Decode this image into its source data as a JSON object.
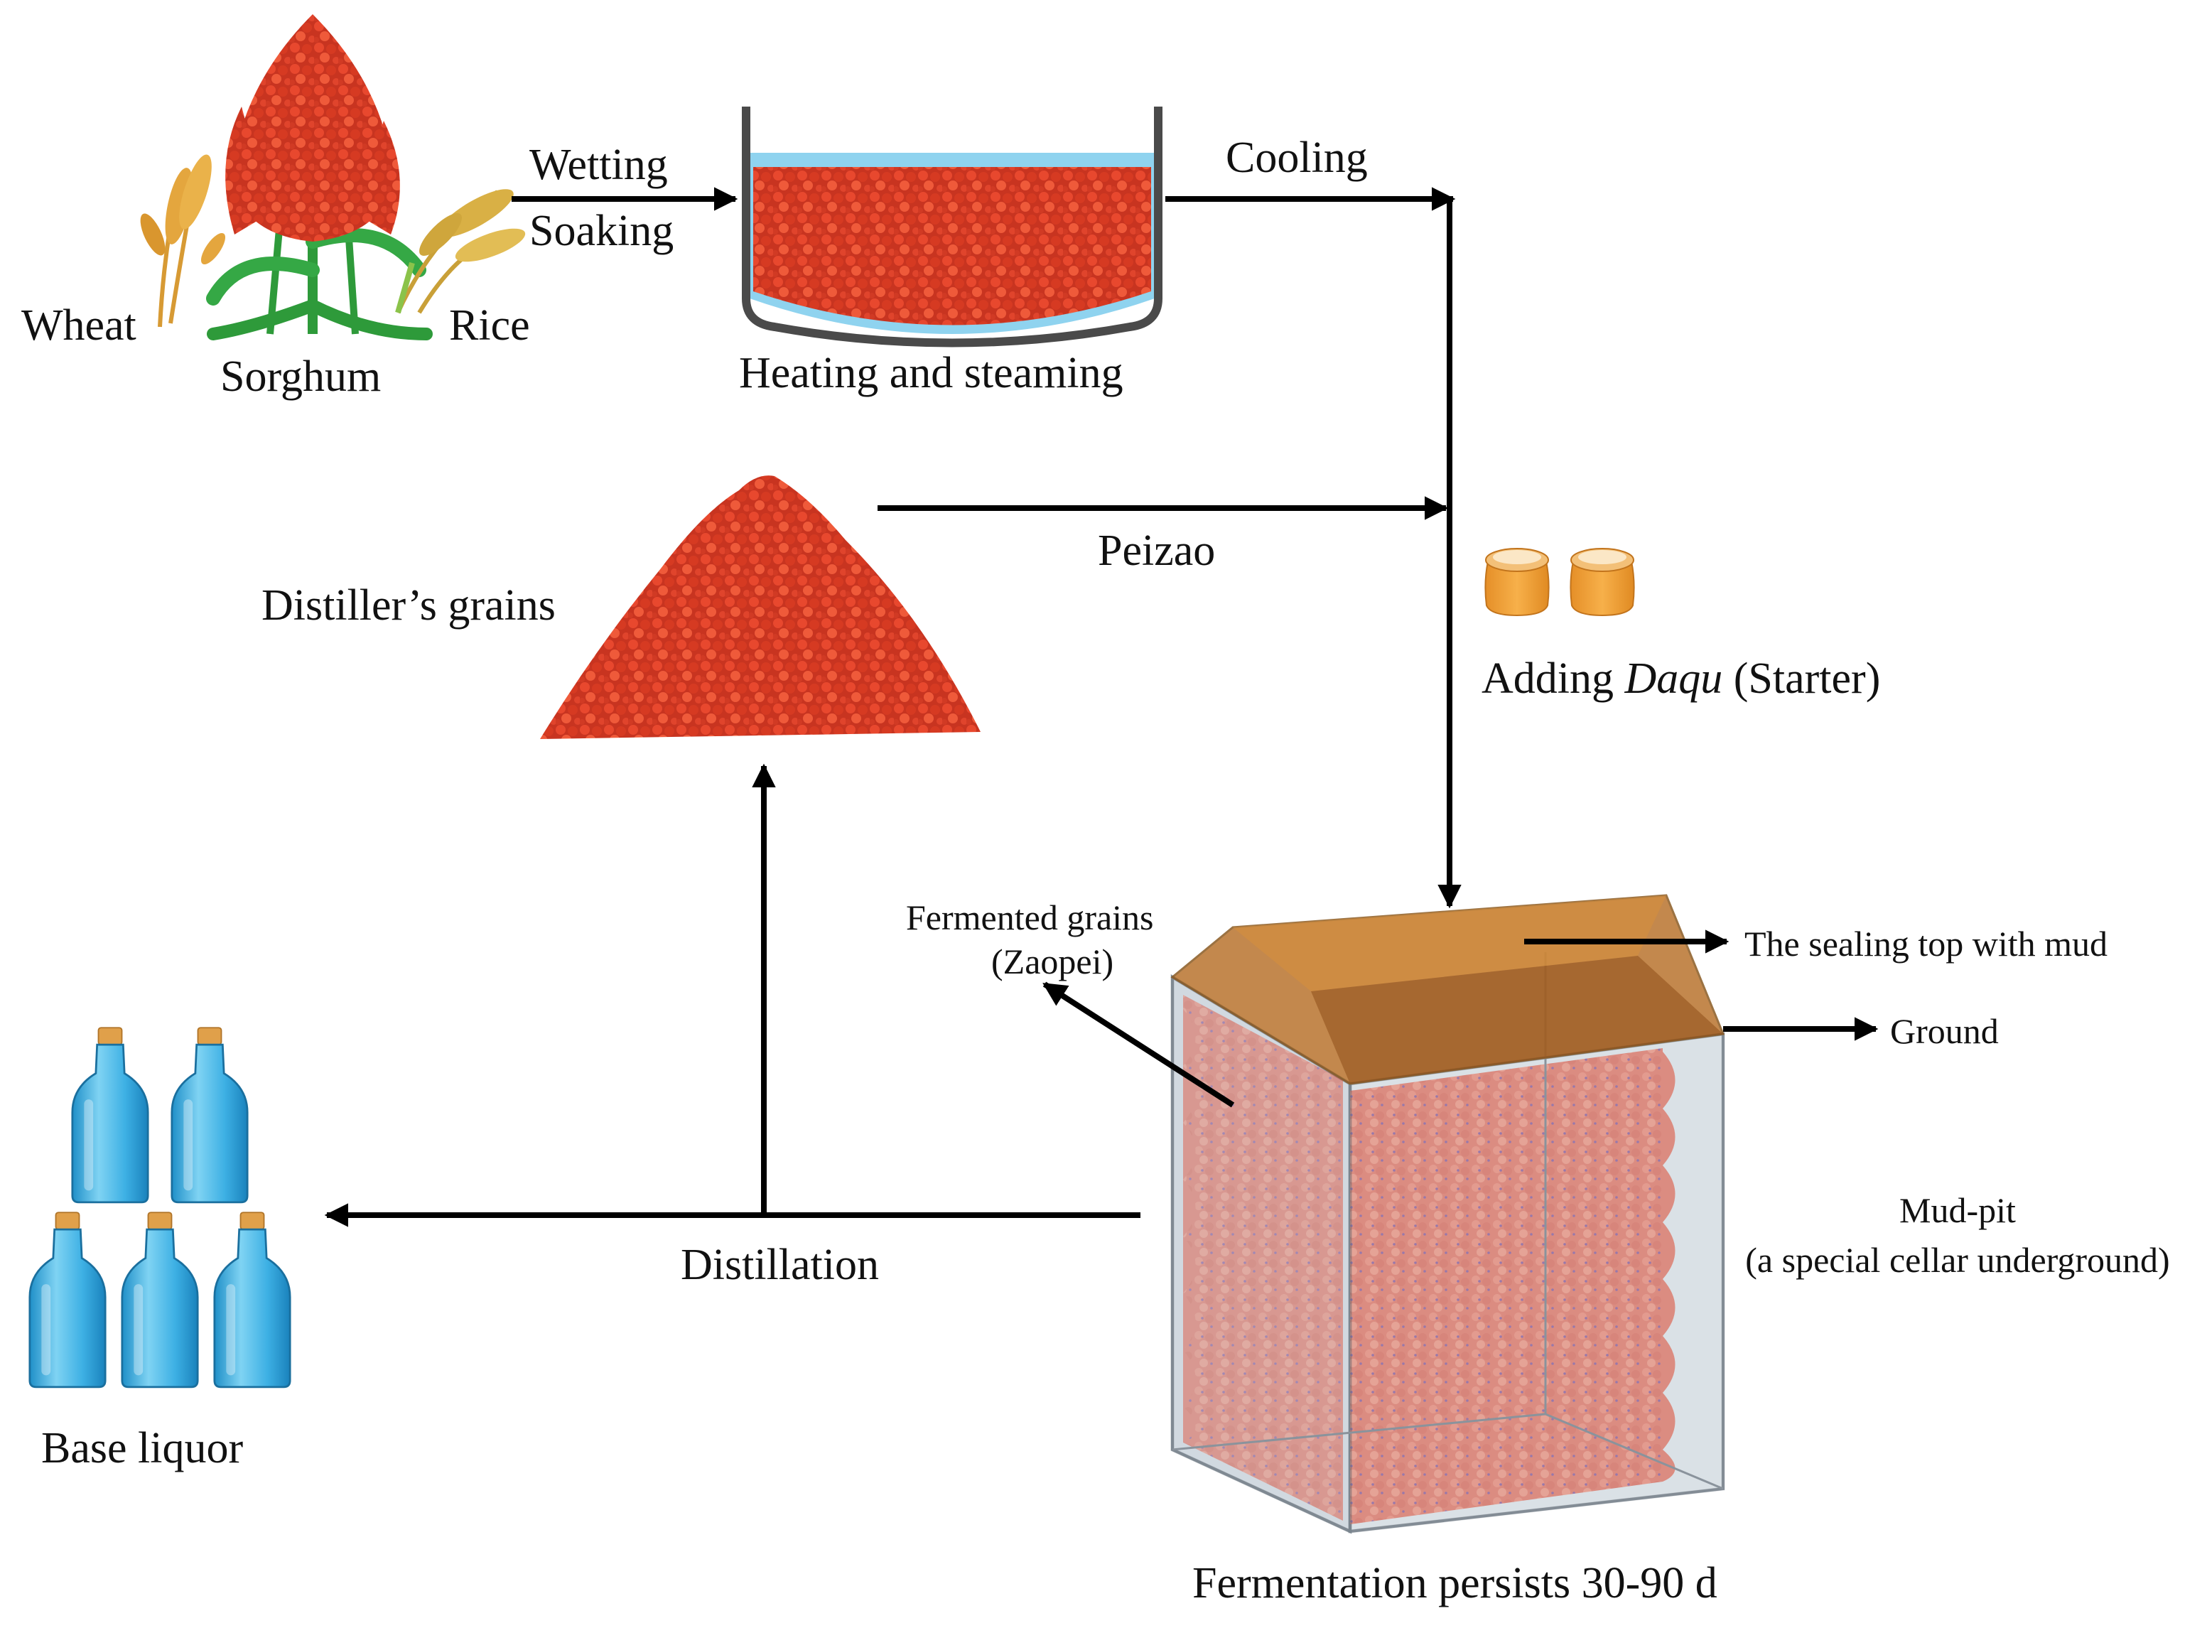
{
  "labels": {
    "wheat": "Wheat",
    "sorghum": "Sorghum",
    "rice": "Rice",
    "wetting": "Wetting",
    "soaking": "Soaking",
    "heating": "Heating and steaming",
    "cooling": "Cooling",
    "peizao": "Peizao",
    "distillers_grains": "Distiller’s grains",
    "adding_prefix": "Adding ",
    "adding_daqu": "Daqu",
    "adding_suffix": " (Starter)",
    "fermented_grains": "Fermented grains",
    "zaopei": "(Zaopei)",
    "sealing_top": "The sealing top with mud",
    "ground": "Ground",
    "mud_pit": "Mud-pit",
    "mud_pit_desc": "(a special cellar underground)",
    "distillation": "Distillation",
    "base_liquor": "Base liquor",
    "fermentation": "Fermentation persists 30-90 d"
  },
  "colors": {
    "grain_red": "#e0402a",
    "grain_dark": "#b92a18",
    "water": "#8fd3ef",
    "pot": "#4a4a4a",
    "pit_fill": "#e97f6b",
    "mud_top": "#b9742e",
    "glass": "#c9d3dc",
    "bottle": "#3fb6e8",
    "cork": "#e0a04a",
    "sack": "#f0a23c",
    "stalk": "#2e9a3a",
    "wheat": "#e0a035",
    "rice": "#d9b045"
  },
  "icons": [
    "sorghum-plant",
    "wheat-ear",
    "rice-ear",
    "steaming-pot",
    "grain-pile",
    "daqu-sack",
    "mud-pit",
    "liquor-bottle"
  ]
}
